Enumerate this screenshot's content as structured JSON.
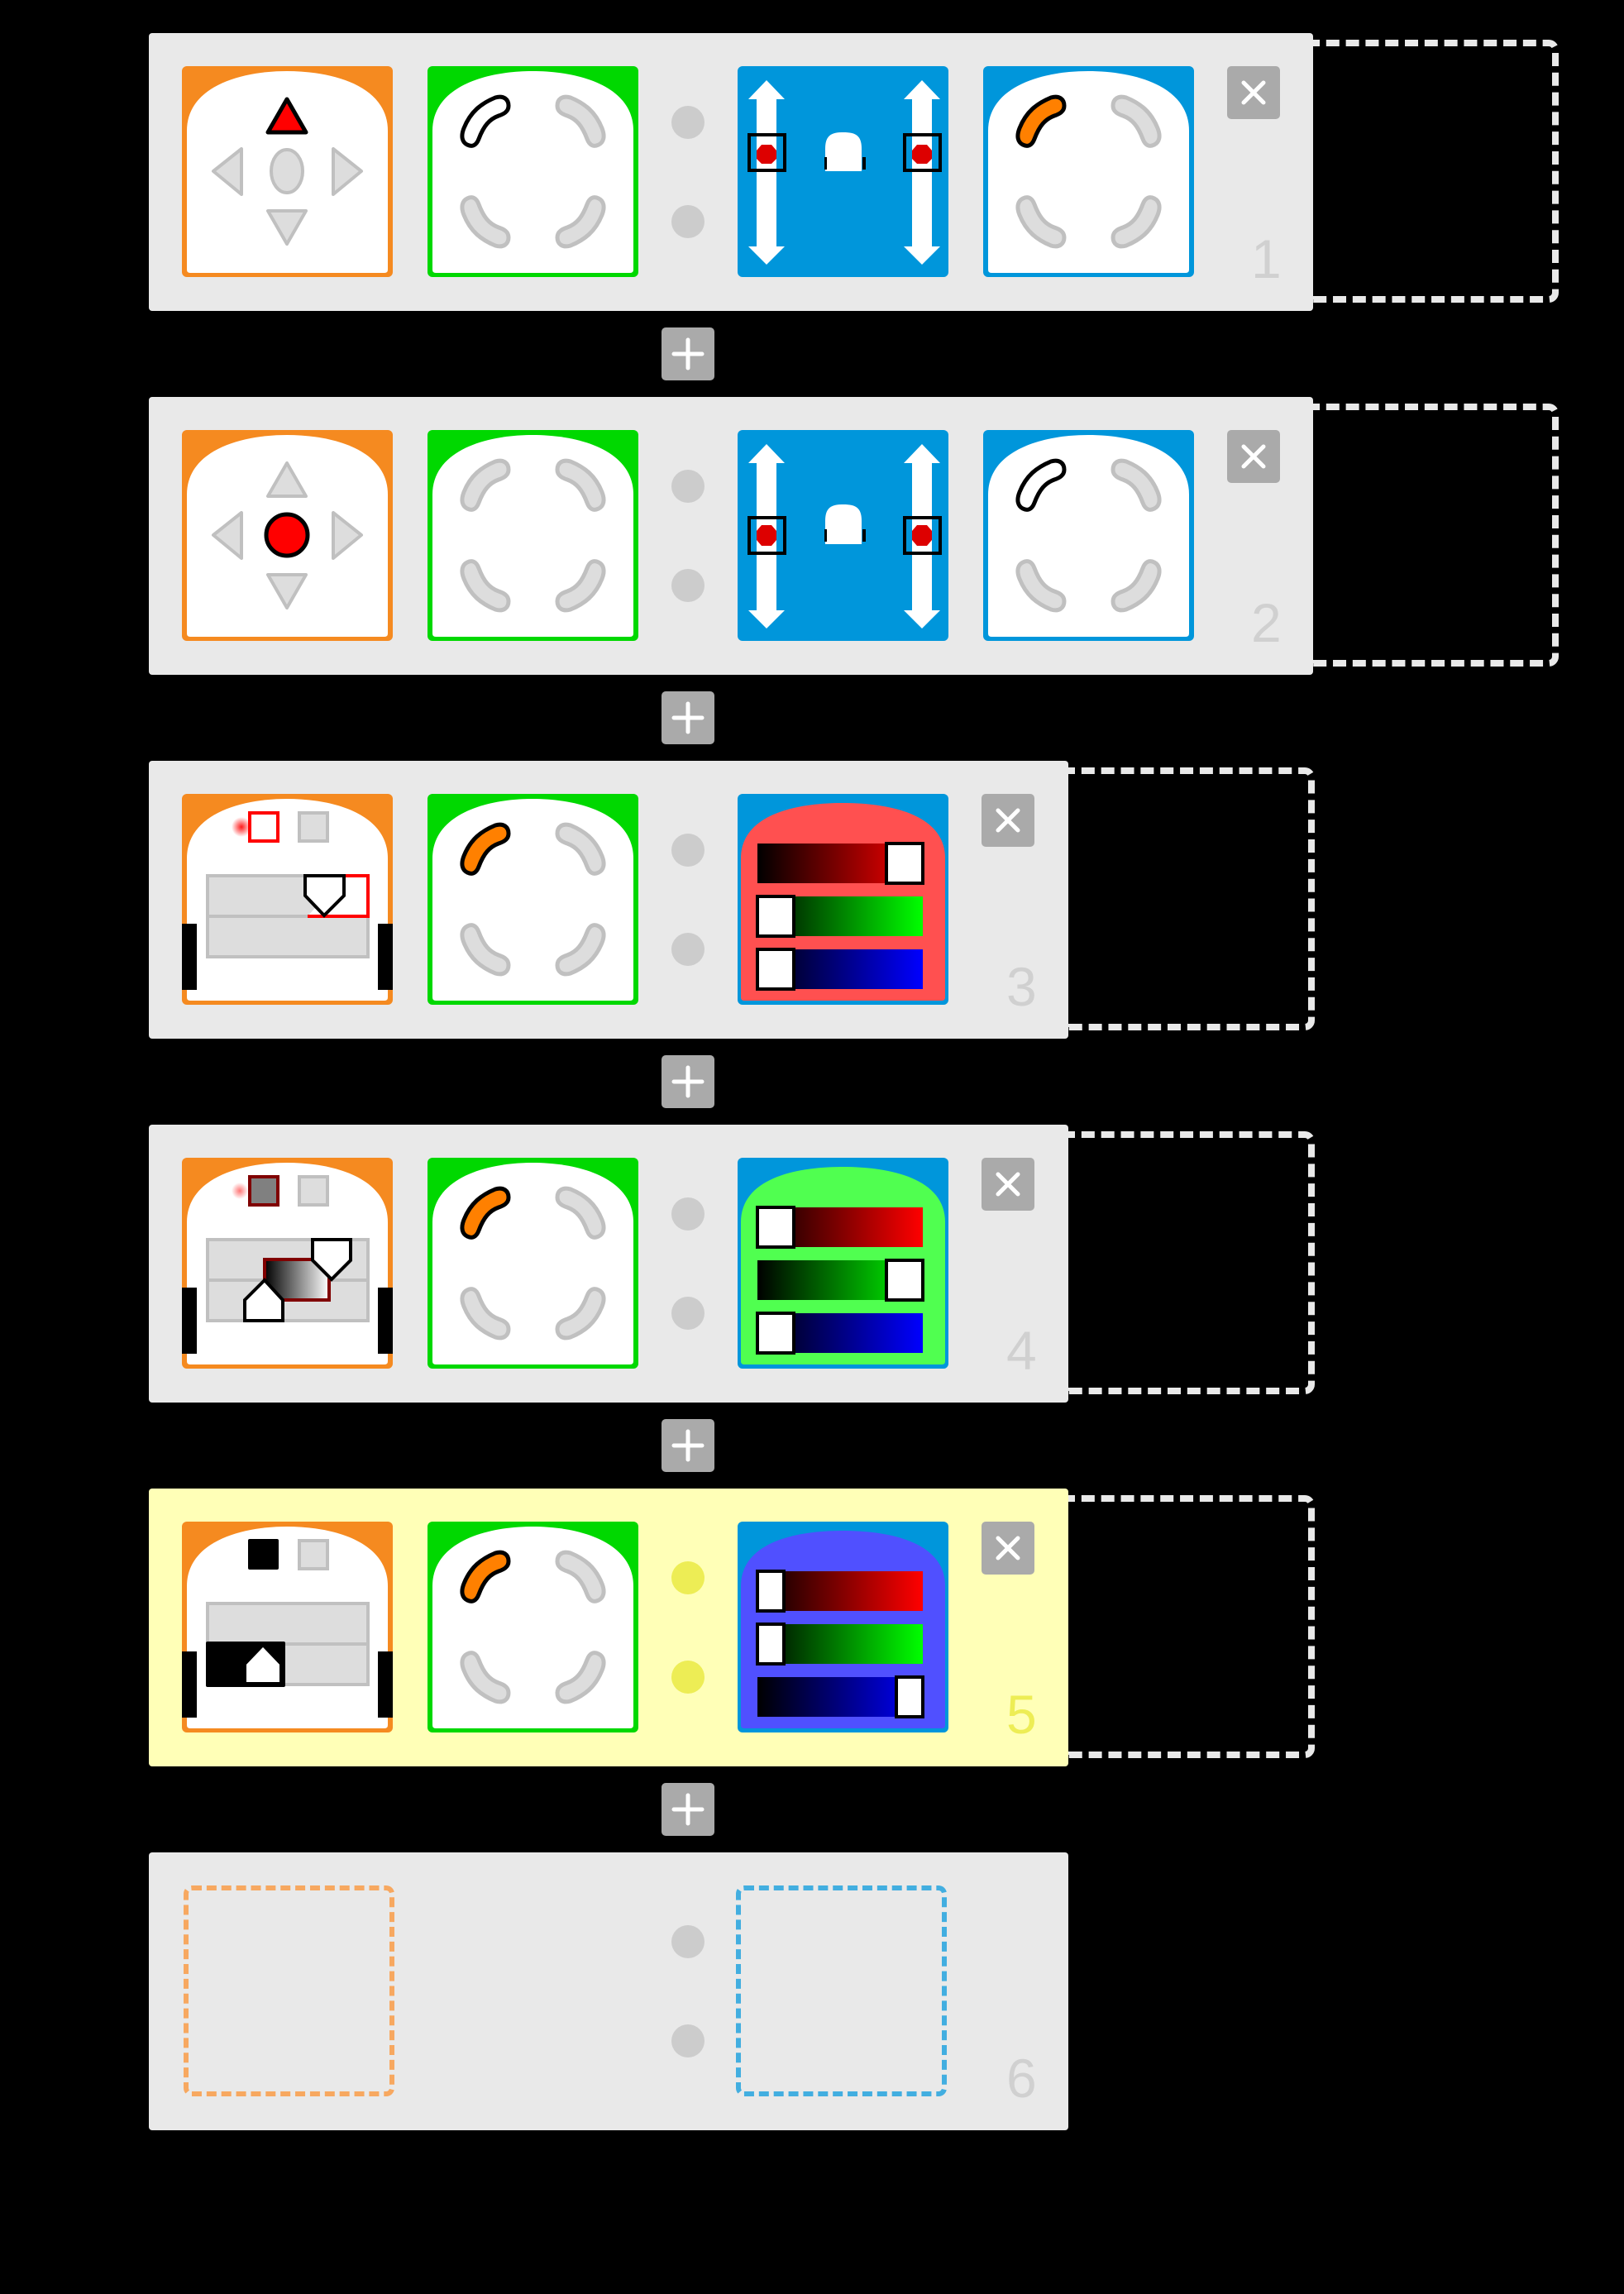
{
  "colors": {
    "background": "#000000",
    "panel": "#e9e9e9",
    "panel_active": "#ffffb7",
    "orange": "#f58a20",
    "green": "#00d800",
    "blue": "#0096db",
    "gray_button": "#aaaaaa",
    "indicator_dot": "#cccccc",
    "indicator_dot_active": "#eded55"
  },
  "icons": {
    "close": "×",
    "add": "+"
  },
  "rules": [
    {
      "number": "1",
      "active": false,
      "event": {
        "type": "button",
        "button": "forward",
        "state": "pressed"
      },
      "mode": {
        "type": "mode",
        "selected_quadrant": "top-left",
        "style": "outline"
      },
      "action": {
        "type": "motors",
        "left": "slightly-negative",
        "right": "slightly-negative"
      },
      "state_set": {
        "type": "state",
        "selected_quadrant": "top-left",
        "style": "filled"
      }
    },
    {
      "number": "2",
      "active": false,
      "event": {
        "type": "button",
        "button": "center",
        "state": "pressed"
      },
      "mode": {
        "type": "mode",
        "selected_quadrant": "none"
      },
      "action": {
        "type": "motors",
        "left": "stop",
        "right": "stop"
      },
      "state_set": {
        "type": "state",
        "selected_quadrant": "top-left",
        "style": "outline"
      }
    },
    {
      "number": "3",
      "active": false,
      "event": {
        "type": "ground-sensor",
        "left_sensor": "white",
        "right_sensor": "ignored",
        "threshold": "high"
      },
      "mode": {
        "type": "mode",
        "selected_quadrant": "top-left",
        "style": "filled"
      },
      "action": {
        "type": "color",
        "body": "#ff5050",
        "red": 100,
        "green": 0,
        "blue": 0
      }
    },
    {
      "number": "4",
      "active": false,
      "event": {
        "type": "ground-sensor",
        "left_sensor": "range",
        "right_sensor": "ignored",
        "threshold": "range"
      },
      "mode": {
        "type": "mode",
        "selected_quadrant": "top-left",
        "style": "filled"
      },
      "action": {
        "type": "color",
        "body": "#50ff50",
        "red": 0,
        "green": 100,
        "blue": 0
      }
    },
    {
      "number": "5",
      "active": true,
      "event": {
        "type": "ground-sensor",
        "left_sensor": "black",
        "right_sensor": "ignored",
        "threshold": "low"
      },
      "mode": {
        "type": "mode",
        "selected_quadrant": "top-left",
        "style": "filled"
      },
      "action": {
        "type": "color",
        "body": "#5050ff",
        "red": 0,
        "green": 0,
        "blue": 100
      }
    },
    {
      "number": "6",
      "active": false,
      "event": null,
      "action": null
    }
  ]
}
